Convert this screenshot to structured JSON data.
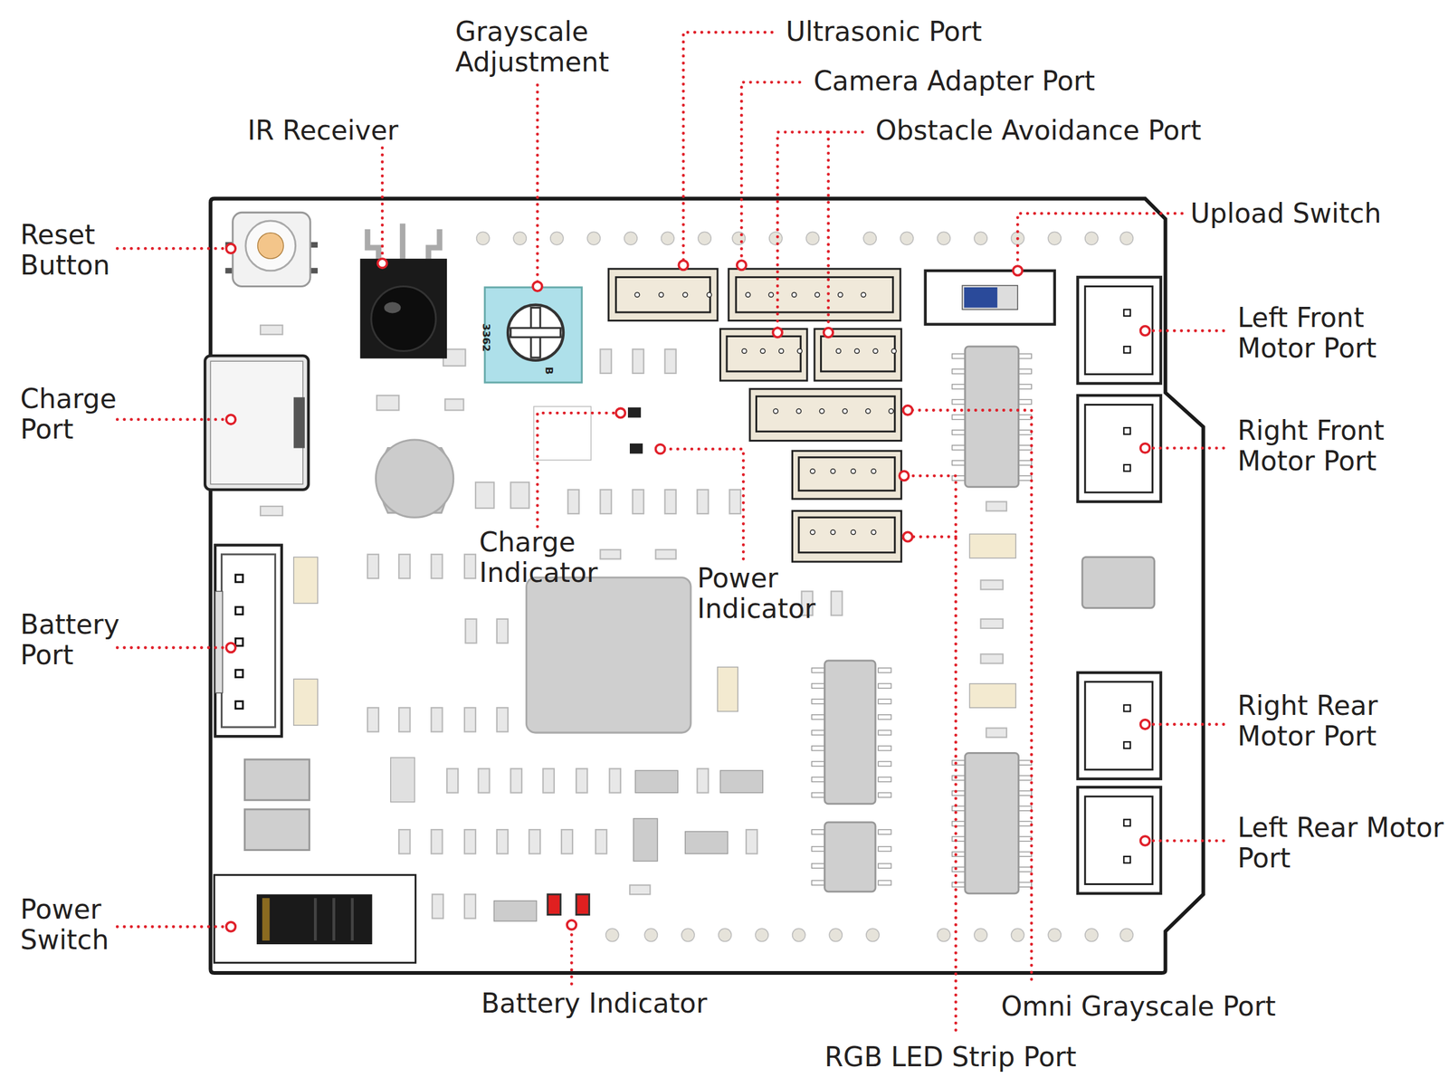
{
  "diagram": {
    "labels": [
      "Grayscale Adjustment",
      "Ultrasonic Port",
      "Camera Adapter Port",
      "IR Receiver",
      "Obstacle Avoidance Port",
      "Upload Switch",
      "Reset Button",
      "Left Front Motor Port",
      "Charge Port",
      "Right Front Motor Port",
      "Charge Indicator",
      "Power Indicator",
      "Battery Port",
      "Right Rear Motor Port",
      "Left Rear Motor Port",
      "Power Switch",
      "Battery Indicator",
      "Omni Grayscale Port",
      "RGB LED Strip Port",
      "3362",
      "B"
    ]
  }
}
